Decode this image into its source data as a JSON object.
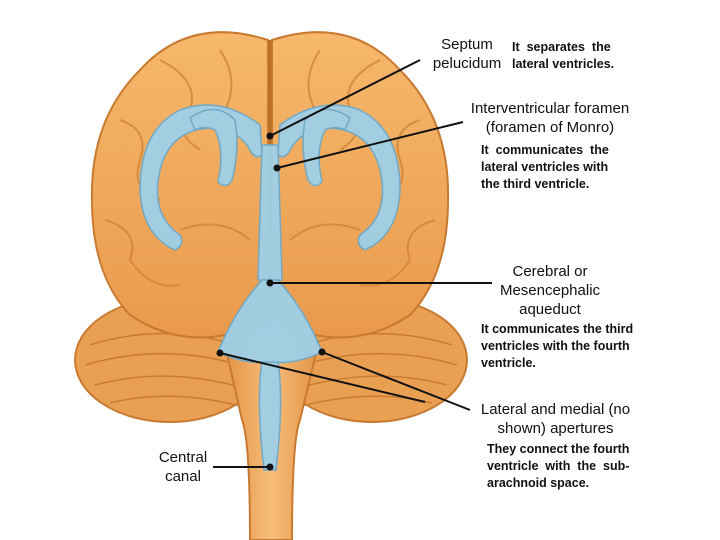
{
  "labels": {
    "septum": {
      "name": "Septum pelucidum",
      "name_line1": "Septum",
      "name_line2": "pelucidum",
      "desc_line1": "It  separates  the",
      "desc_line2": "lateral ventricles."
    },
    "foramen": {
      "name_line1": "Interventricular foramen",
      "name_line2": "(foramen of Monro)",
      "desc_line1": "It  communicates  the",
      "desc_line2": "lateral ventricles with",
      "desc_line3": "the third ventricle."
    },
    "aqueduct": {
      "name_line1": "Cerebral or",
      "name_line2": "Mesencephalic",
      "name_line3": "aqueduct",
      "desc_line1": "It communicates the third",
      "desc_line2": "ventricles with the fourth",
      "desc_line3": "ventricle."
    },
    "apertures": {
      "name_line1": "Lateral and medial (no",
      "name_line2": "shown) apertures",
      "desc_line1": "They connect the fourth",
      "desc_line2": "ventricle  with  the  sub-",
      "desc_line3": "arachnoid space."
    },
    "central_canal": {
      "name_line1": "Central",
      "name_line2": "canal"
    }
  },
  "colors": {
    "brain": "#f0a95e",
    "brain_dark": "#d98a3c",
    "ventricle": "#9fd0e8",
    "ventricle_edge": "#6aa9cc",
    "leader": "#111111"
  }
}
